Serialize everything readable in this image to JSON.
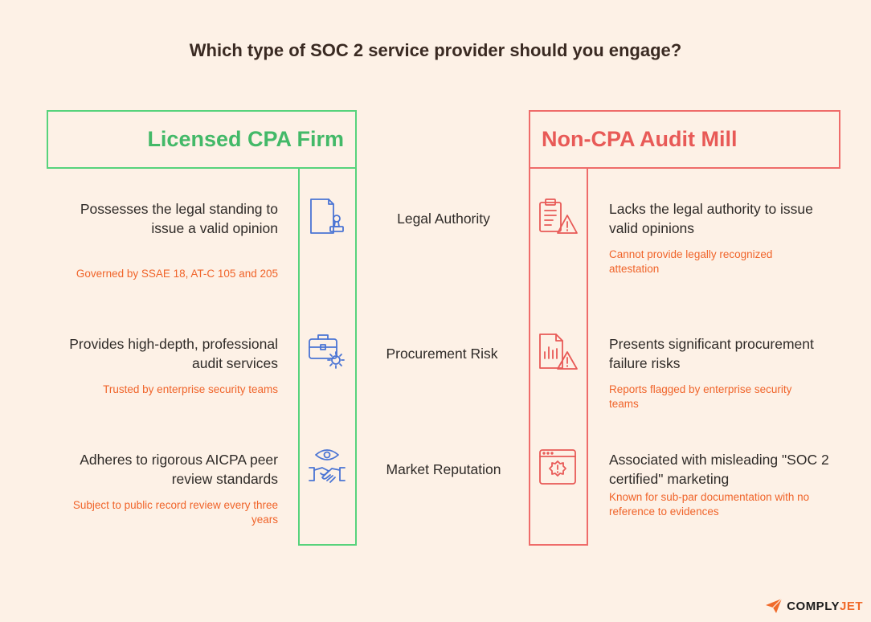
{
  "title": "Which type of SOC 2 service provider should you engage?",
  "left": {
    "heading": "Licensed CPA Firm",
    "items": [
      {
        "point": "Possesses the legal standing to issue a valid opinion",
        "detail": "Governed by SSAE 18, AT-C 105 and 205",
        "icon": "certificate-stamp-icon"
      },
      {
        "point": "Provides high-depth, professional audit services",
        "detail": "Trusted by enterprise security teams",
        "icon": "briefcase-gear-icon"
      },
      {
        "point": "Adheres to rigorous AICPA peer review standards",
        "detail": "Subject to public record review every three years",
        "icon": "eye-handshake-icon"
      }
    ]
  },
  "criteria": [
    "Legal Authority",
    "Procurement Risk",
    "Market Reputation"
  ],
  "right": {
    "heading": "Non-CPA Audit Mill",
    "items": [
      {
        "point": "Lacks the legal authority to issue valid opinions",
        "detail": "Cannot provide legally recognized attestation",
        "icon": "clipboard-warning-icon"
      },
      {
        "point": "Presents significant procurement failure risks",
        "detail": "Reports flagged by enterprise security teams",
        "icon": "chart-report-warning-icon"
      },
      {
        "point": "Associated with misleading \"SOC 2 certified\" marketing",
        "detail": "Known for sub-par documentation with no reference to evidences",
        "icon": "browser-alert-badge-icon"
      }
    ]
  },
  "colors": {
    "green": "#43b968",
    "red": "#e85a57",
    "orange": "#f0642a",
    "background": "#fdf1e6"
  },
  "logo": {
    "part1": "COMPLY",
    "part2": "JET",
    "icon": "paper-plane-icon"
  }
}
